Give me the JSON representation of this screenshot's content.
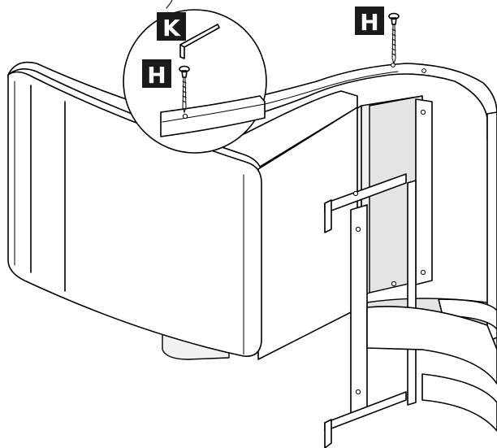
{
  "labels": {
    "allen_key": "K",
    "screw_top": "H",
    "screw_detail": "H"
  },
  "colors": {
    "line": "#000000",
    "label_bg": "#1a1a1a",
    "label_text": "#ffffff"
  }
}
